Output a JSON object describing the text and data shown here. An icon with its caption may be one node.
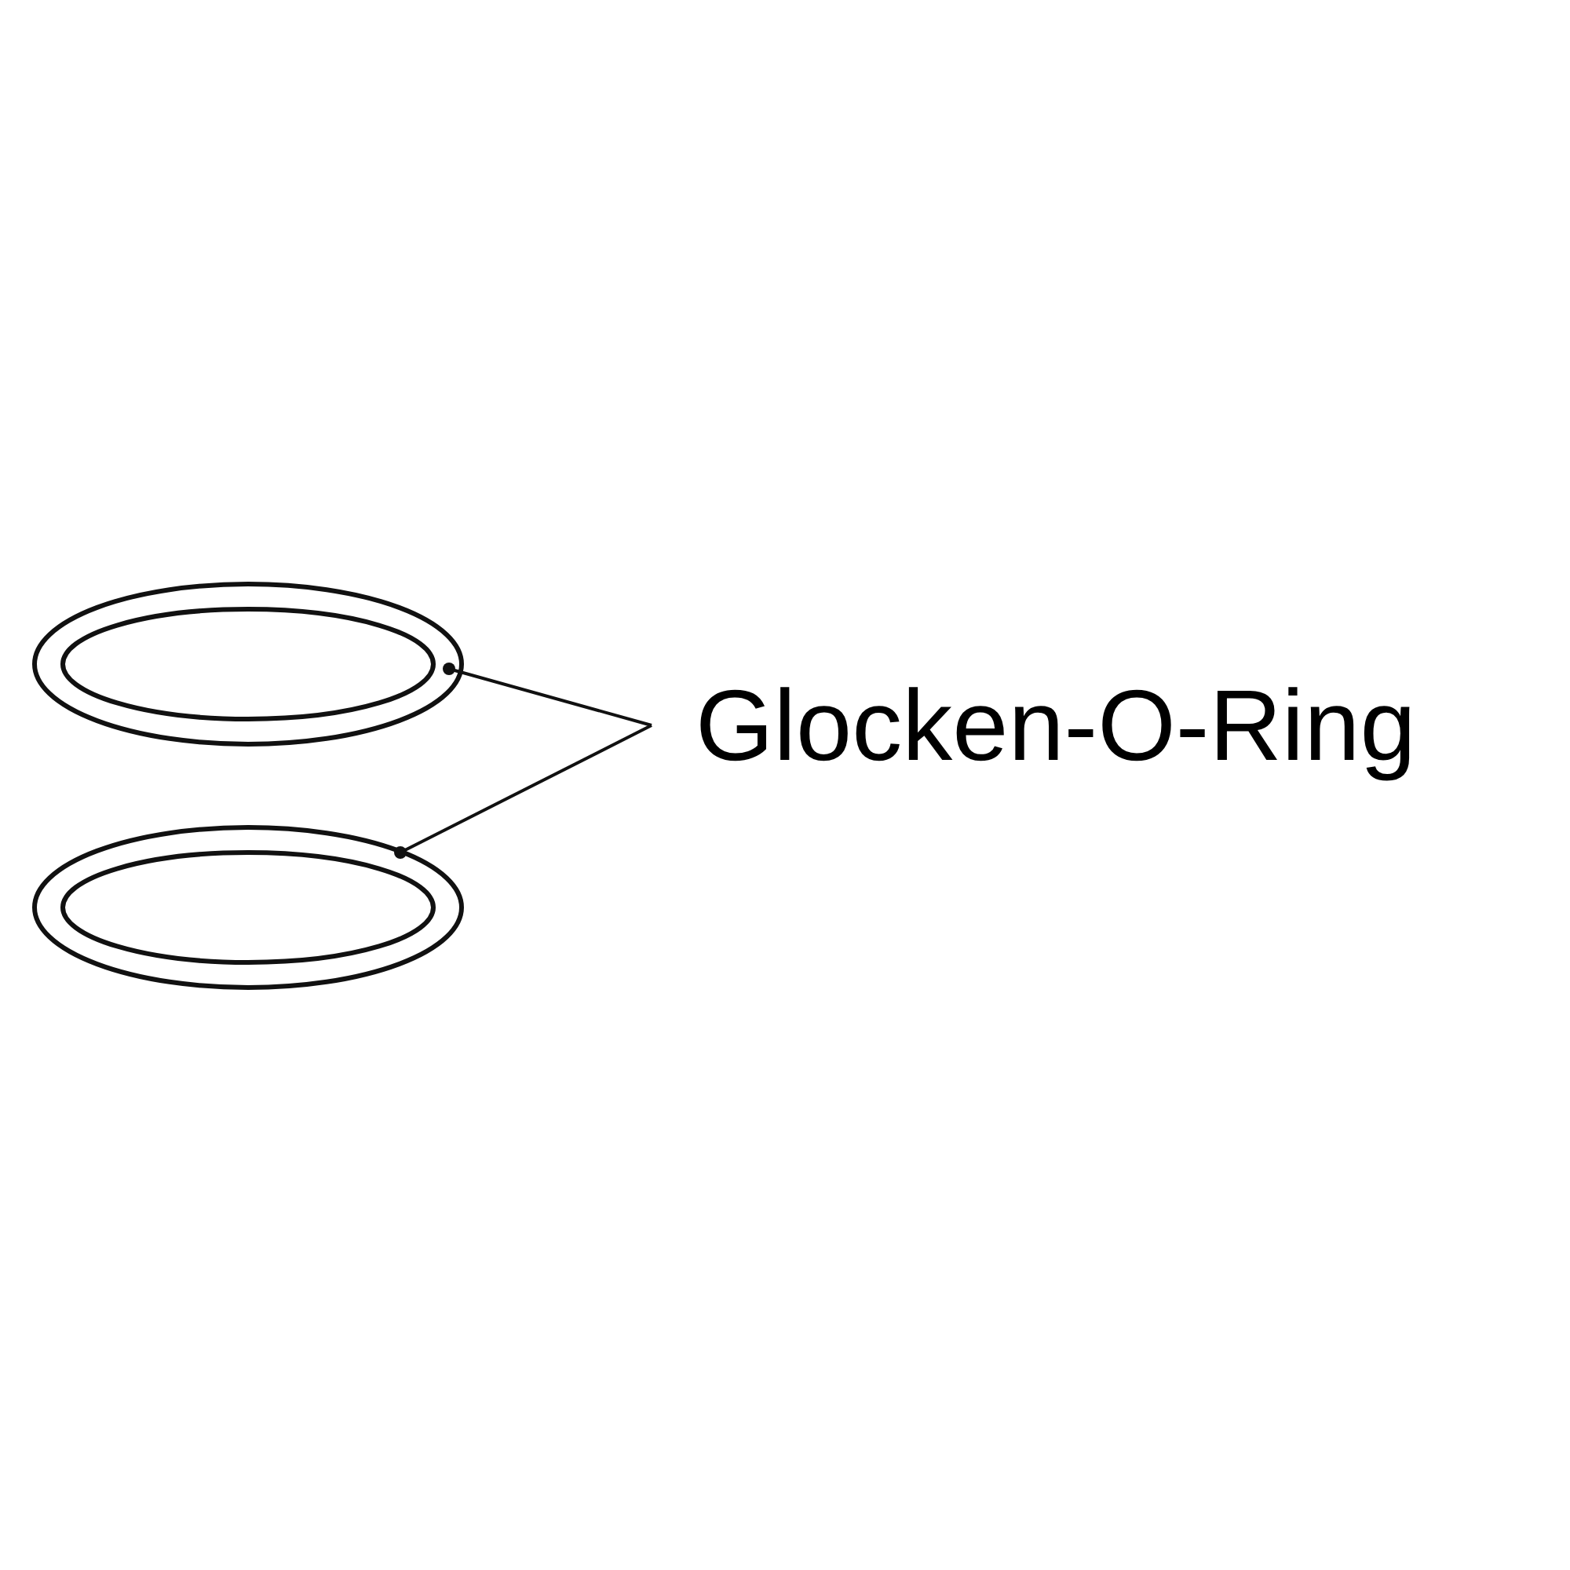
{
  "diagram": {
    "nodes": [
      {
        "text": [
          "Glocken-O-Ring"
        ]
      },
      {
        "text": [],
        "shape": "picture"
      },
      {
        "text": [],
        "shape": "picture"
      }
    ],
    "edges": [
      {
        "from": 0,
        "to": 1,
        "arrow": "other"
      },
      {
        "from": 0,
        "to": 2,
        "arrow": "other"
      }
    ]
  }
}
